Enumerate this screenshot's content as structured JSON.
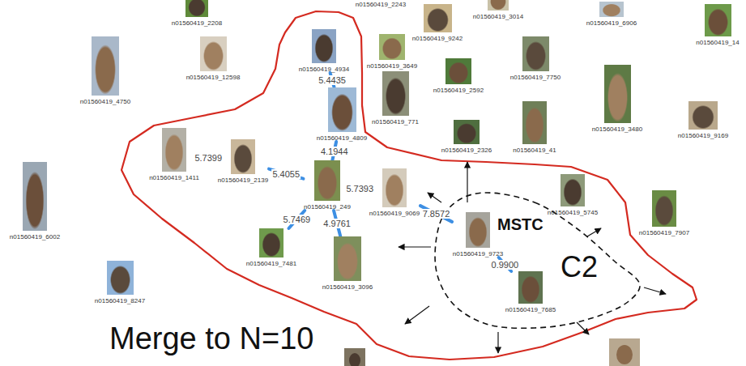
{
  "diagram": {
    "nodes": [
      {
        "text": [
          "n01560419_2243"
        ]
      },
      {
        "text": [
          "n01560419_3014"
        ]
      },
      {
        "text": [
          "n01560419_2208"
        ]
      },
      {
        "text": [
          "n01560419_6906"
        ]
      },
      {
        "text": [
          "n01560419_9242"
        ]
      },
      {
        "text": [
          "n01560419_14"
        ]
      },
      {
        "text": [
          "n01560419_3649"
        ]
      },
      {
        "text": [
          "n01560419_4934"
        ]
      },
      {
        "text": [
          "n01560419_12598"
        ]
      },
      {
        "text": [
          "n01560419_7750"
        ]
      },
      {
        "text": [
          "n01560419_2592"
        ]
      },
      {
        "text": [
          "n01560419_4750"
        ]
      },
      {
        "text": [
          "n01560419_771"
        ]
      },
      {
        "text": [
          "n01560419_3480"
        ]
      },
      {
        "text": [
          "n01560419_9169"
        ]
      },
      {
        "text": [
          "n01560419_4809"
        ]
      },
      {
        "text": [
          "n01560419_41"
        ]
      },
      {
        "text": [
          "n01560419_2326"
        ]
      },
      {
        "text": [
          "n01560419_1411"
        ]
      },
      {
        "text": [
          "n01560419_2139"
        ]
      },
      {
        "text": [
          "C2"
        ]
      },
      {
        "text": [
          "n01560419_249"
        ]
      },
      {
        "text": [
          "n01560419_5745"
        ]
      },
      {
        "text": [
          "n01560419_9069"
        ]
      },
      {
        "text": [
          "n01560419_7907"
        ]
      },
      {
        "text": [
          "n01560419_6002"
        ]
      },
      {
        "text": [
          "n01560419_9723"
        ],
        "in": 20
      },
      {
        "text": [
          "n01560419_7481"
        ]
      },
      {
        "text": [
          "n01560419_3096"
        ]
      },
      {
        "text": [
          "n01560419_8247"
        ]
      },
      {
        "text": [
          "n01560419_7685"
        ],
        "in": 20
      }
    ],
    "edges": [
      {
        "from": 7,
        "to": 15,
        "arrow": "none",
        "label": "5.4435"
      },
      {
        "from": 15,
        "to": 21,
        "arrow": "none",
        "label": "4.1944"
      },
      {
        "from": 18,
        "to": 19,
        "arrow": "none",
        "label": "5.7399"
      },
      {
        "from": 19,
        "to": 21,
        "arrow": "none",
        "label": "5.4055"
      },
      {
        "from": 21,
        "to": 23,
        "arrow": "none",
        "label": "5.7393"
      },
      {
        "from": 21,
        "to": 27,
        "arrow": "none",
        "label": "5.7469"
      },
      {
        "from": 21,
        "to": 28,
        "arrow": "none",
        "label": "4.9761"
      },
      {
        "from": 23,
        "to": 26,
        "arrow": "none",
        "label": "7.8572"
      },
      {
        "from": 26,
        "to": 30,
        "arrow": "none",
        "label": "0.9900"
      }
    ],
    "labels": [
      "MSTC",
      "Merge to N=10"
    ]
  }
}
